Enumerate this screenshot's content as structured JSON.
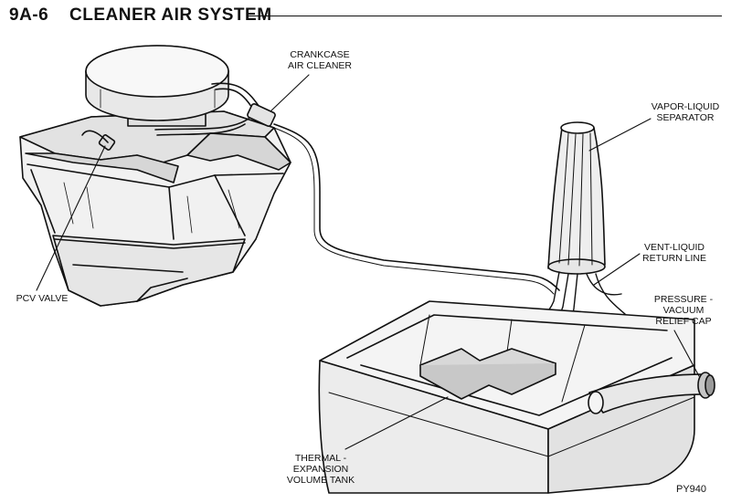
{
  "header": {
    "page_number": "9A-6",
    "title": "CLEANER AIR SYSTEM"
  },
  "labels": {
    "crankcase_air_cleaner": "CRANKCASE\nAIR CLEANER",
    "vapor_liquid_separator": "VAPOR-LIQUID\nSEPARATOR",
    "vent_liquid_return_line": "VENT-LIQUID\nRETURN LINE",
    "pressure_vacuum_relief_cap": "PRESSURE -\nVACUUM\nRELIEF CAP",
    "pcv_valve": "PCV VALVE",
    "thermal_expansion_volume_tank": "THERMAL -\nEXPANSION\nVOLUME TANK"
  },
  "figure_id": "PY940"
}
